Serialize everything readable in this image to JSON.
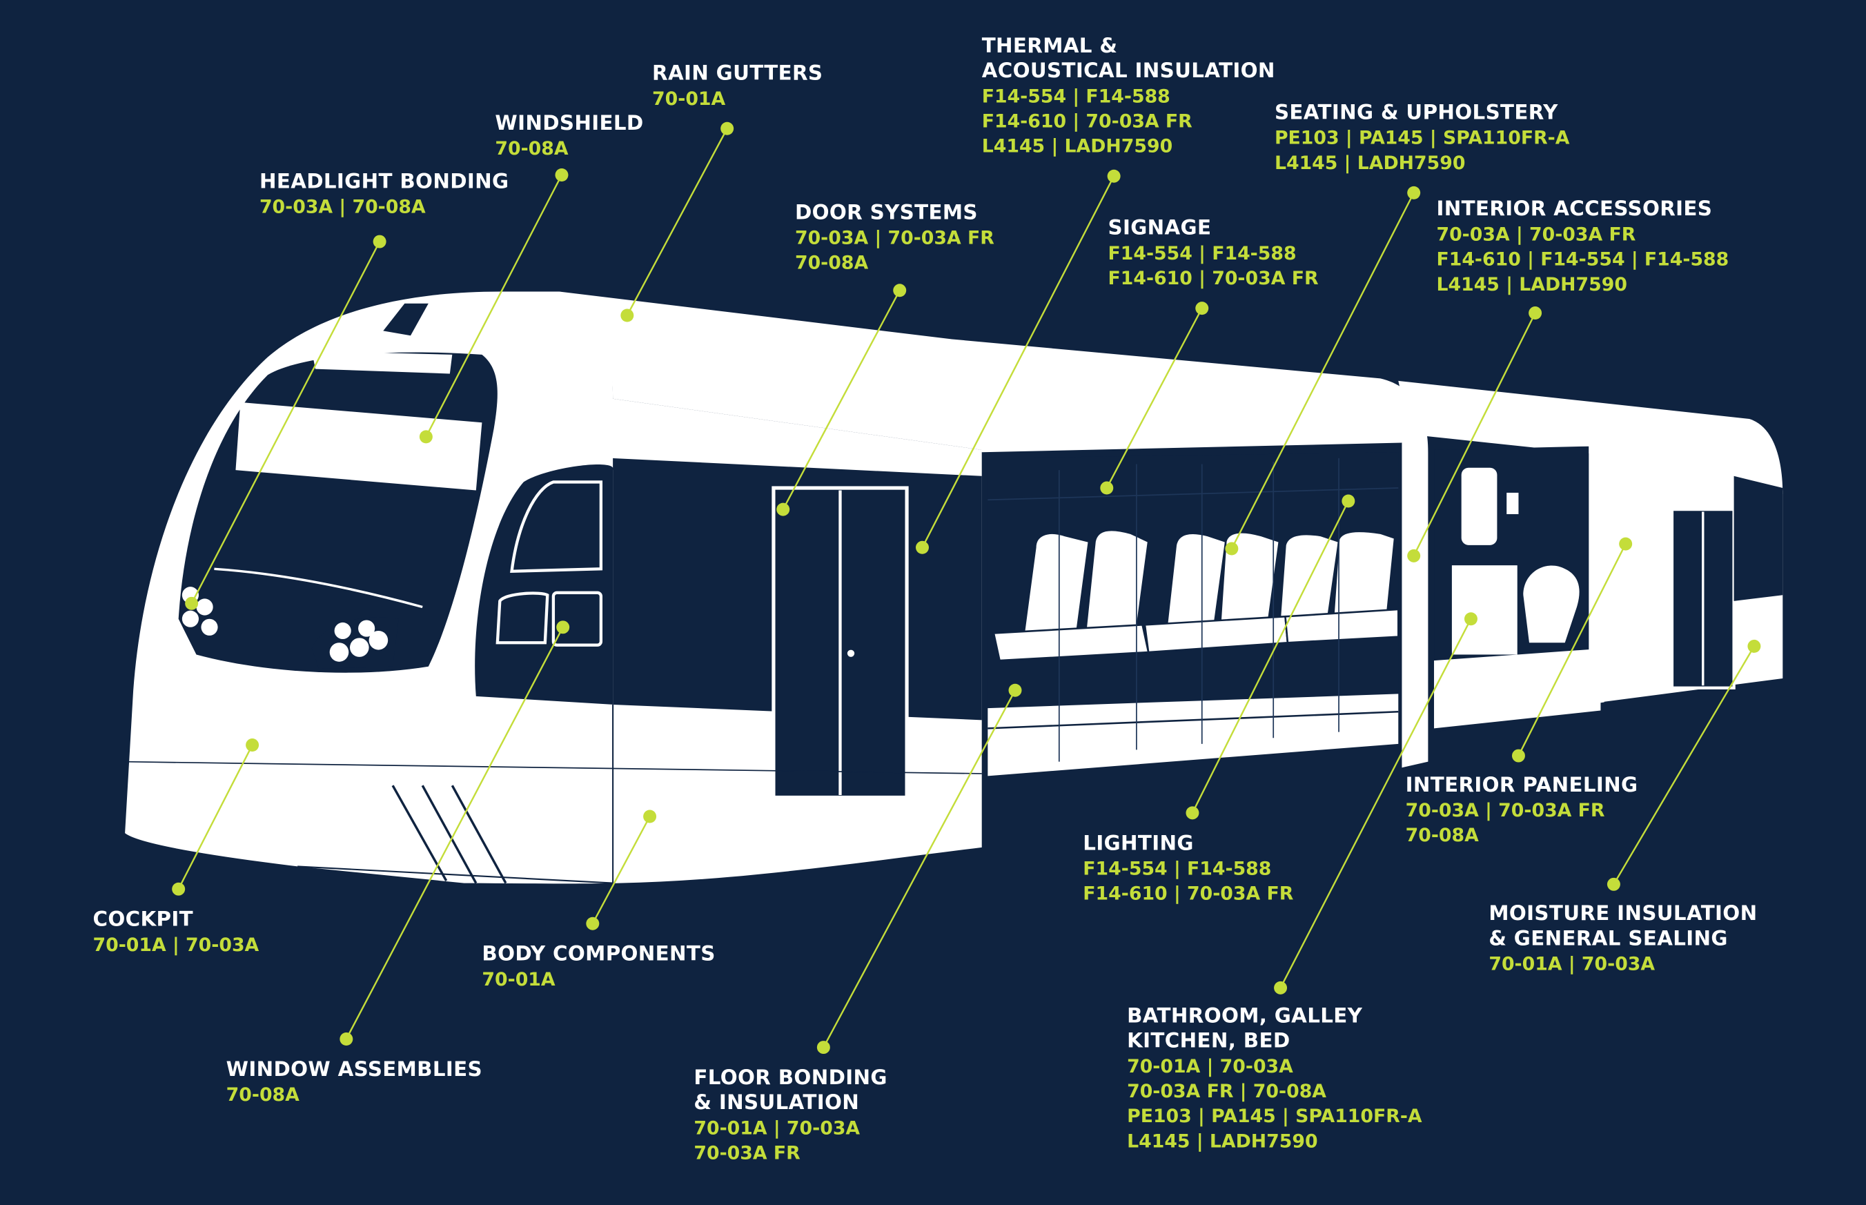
{
  "colors": {
    "background": "#0f2340",
    "accent": "#c4dd3a",
    "body": "#ffffff"
  },
  "callouts": [
    {
      "id": "rain-gutters",
      "title": [
        "RAIN GUTTERS"
      ],
      "codes": [
        "70-01A"
      ]
    },
    {
      "id": "thermal-acoustical-insulation",
      "title": [
        "THERMAL &",
        "ACOUSTICAL INSULATION"
      ],
      "codes": [
        "F14-554 | F14-588",
        "F14-610 | 70-03A FR",
        "L4145 | LADH7590"
      ]
    },
    {
      "id": "seating-upholstery",
      "title": [
        "SEATING & UPHOLSTERY"
      ],
      "codes": [
        "PE103 | PA145 | SPA110FR-A",
        "L4145 | LADH7590"
      ]
    },
    {
      "id": "windshield",
      "title": [
        "WINDSHIELD"
      ],
      "codes": [
        "70-08A"
      ]
    },
    {
      "id": "headlight-bonding",
      "title": [
        "HEADLIGHT BONDING"
      ],
      "codes": [
        "70-03A | 70-08A"
      ]
    },
    {
      "id": "door-systems",
      "title": [
        "DOOR SYSTEMS"
      ],
      "codes": [
        "70-03A | 70-03A FR",
        "70-08A"
      ]
    },
    {
      "id": "signage",
      "title": [
        "SIGNAGE"
      ],
      "codes": [
        "F14-554 | F14-588",
        "F14-610 | 70-03A FR"
      ]
    },
    {
      "id": "interior-accessories",
      "title": [
        "INTERIOR ACCESSORIES"
      ],
      "codes": [
        "70-03A | 70-03A FR",
        "F14-610 | F14-554 | F14-588",
        "L4145 | LADH7590"
      ]
    },
    {
      "id": "interior-paneling",
      "title": [
        "INTERIOR PANELING"
      ],
      "codes": [
        "70-03A | 70-03A FR",
        "70-08A"
      ]
    },
    {
      "id": "lighting",
      "title": [
        "LIGHTING"
      ],
      "codes": [
        "F14-554 | F14-588",
        "F14-610 | 70-03A FR"
      ]
    },
    {
      "id": "moisture-insulation",
      "title": [
        "MOISTURE INSULATION",
        "& GENERAL SEALING"
      ],
      "codes": [
        "70-01A | 70-03A"
      ]
    },
    {
      "id": "cockpit",
      "title": [
        "COCKPIT"
      ],
      "codes": [
        "70-01A | 70-03A"
      ]
    },
    {
      "id": "body-components",
      "title": [
        "BODY COMPONENTS"
      ],
      "codes": [
        "70-01A"
      ]
    },
    {
      "id": "window-assemblies",
      "title": [
        "WINDOW ASSEMBLIES"
      ],
      "codes": [
        "70-08A"
      ]
    },
    {
      "id": "floor-bonding-insulation",
      "title": [
        "FLOOR BONDING",
        "& INSULATION"
      ],
      "codes": [
        "70-01A | 70-03A",
        "70-03A FR"
      ]
    },
    {
      "id": "bathroom-galley",
      "title": [
        "BATHROOM, GALLEY",
        "KITCHEN, BED"
      ],
      "codes": [
        "70-01A | 70-03A",
        "70-03A FR | 70-08A",
        "PE103 | PA145 | SPA110FR-A",
        "L4145 | LADH7590"
      ]
    }
  ]
}
